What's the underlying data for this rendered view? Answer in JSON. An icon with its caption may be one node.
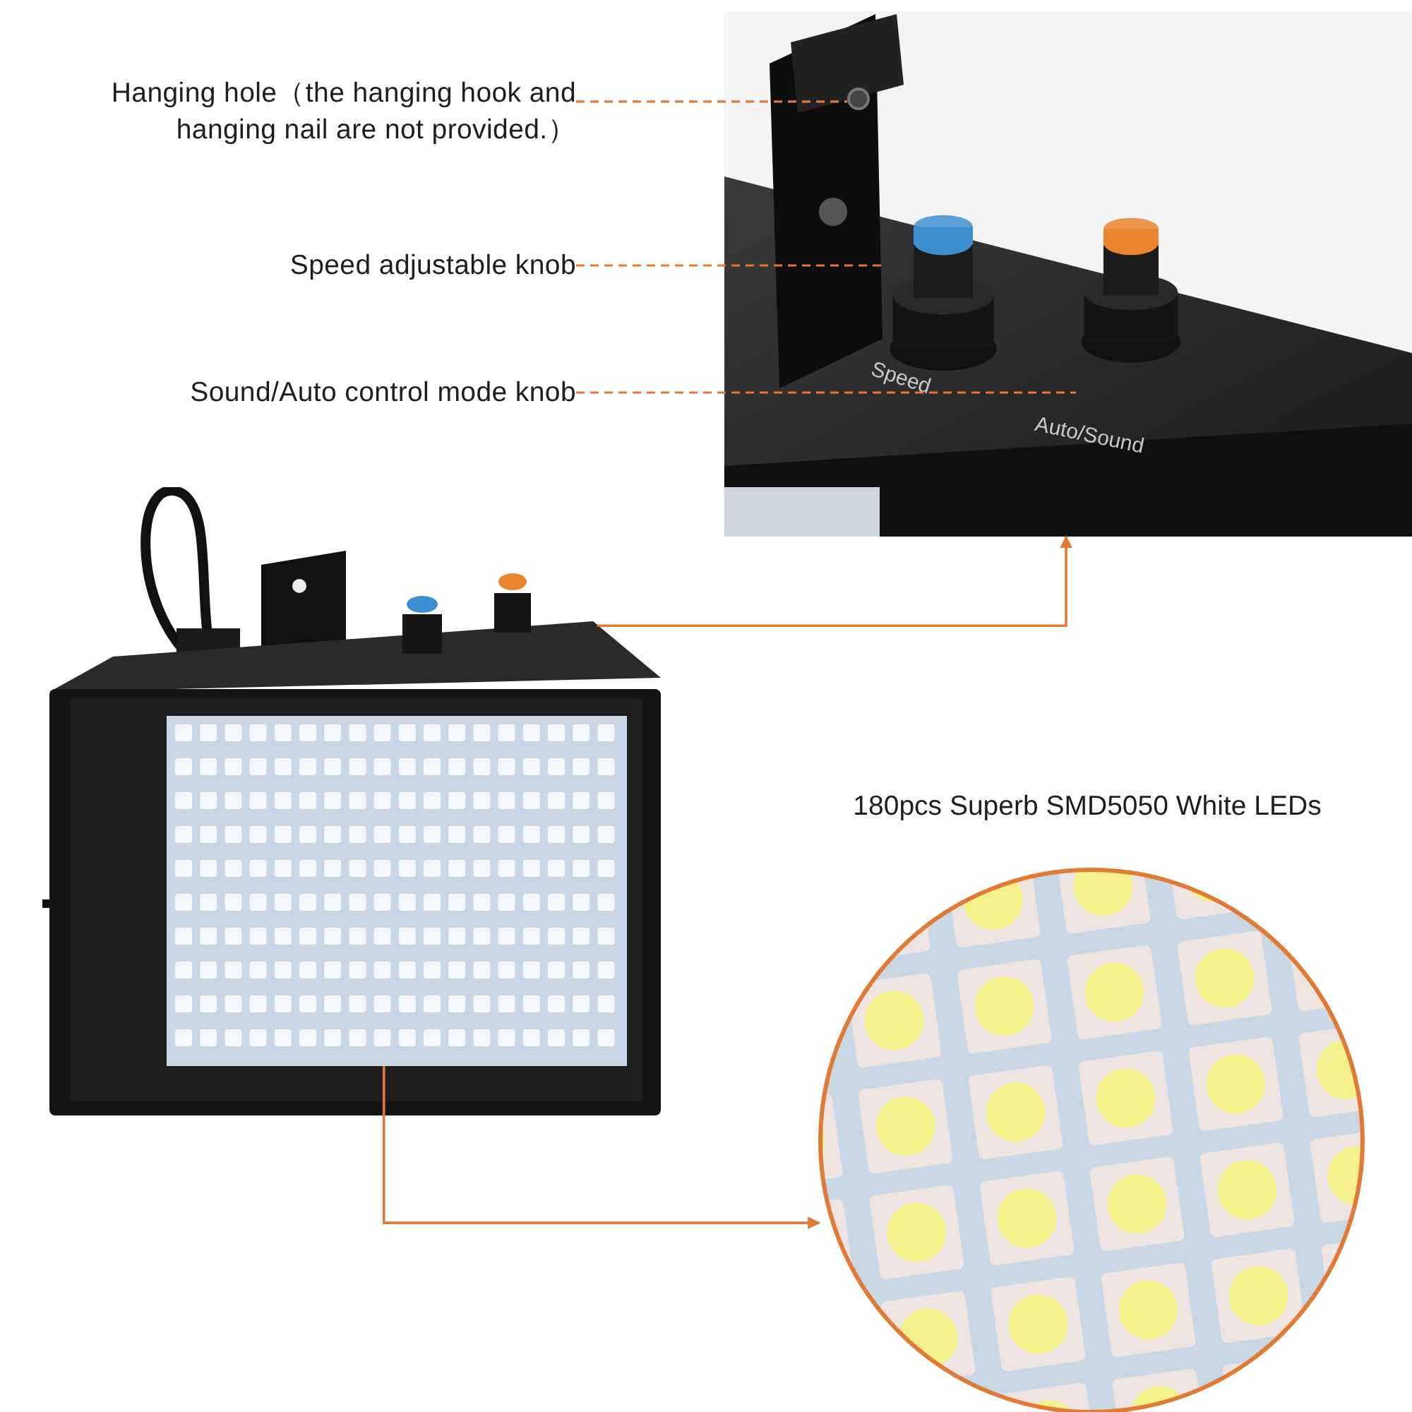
{
  "diagram": {
    "nodes": [
      {
        "text": [
          "Hanging hole（the hanging hook and hanging nail are not provided.）"
        ]
      },
      {
        "text": [
          "Speed adjustable knob"
        ]
      },
      {
        "text": [
          "Sound/Auto control mode knob"
        ]
      },
      {
        "text": [],
        "shape": "picture"
      },
      {
        "text": [],
        "shape": "circle",
        "in": 3
      },
      {
        "text": [],
        "shape": "picture",
        "in": 3
      },
      {
        "text": [],
        "shape": "picture",
        "in": 3
      },
      {
        "text": [],
        "shape": "picture"
      },
      {
        "text": [],
        "shape": "picture",
        "in": 7
      },
      {
        "text": [
          "180pcs Superb SMD5050 White LEDs"
        ]
      }
    ],
    "edges": [
      {
        "from": 0,
        "to": 4,
        "arrow": "none",
        "style": "dashed"
      },
      {
        "from": 1,
        "to": 5,
        "arrow": "none",
        "style": "dashed"
      },
      {
        "from": 2,
        "to": 6,
        "arrow": "none",
        "style": "dashed"
      },
      {
        "from": 7,
        "to": 3,
        "arrow": "to"
      },
      {
        "from": 8,
        "to": 9,
        "arrow": "to"
      }
    ],
    "labels": [
      "Speed",
      "Auto/Sound"
    ]
  }
}
